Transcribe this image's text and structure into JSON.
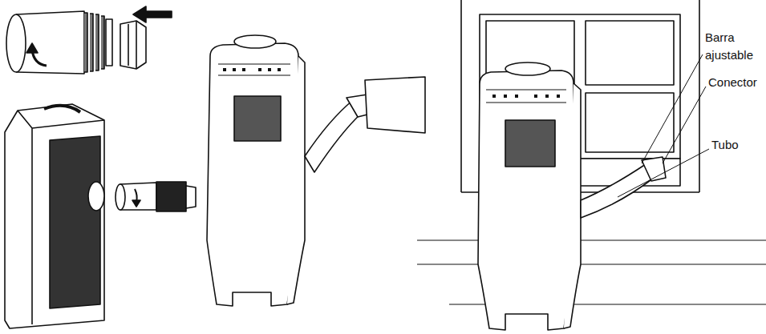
{
  "diagram": {
    "labels": [
      "Barra ajustable",
      "Conector",
      "Tubo"
    ]
  }
}
